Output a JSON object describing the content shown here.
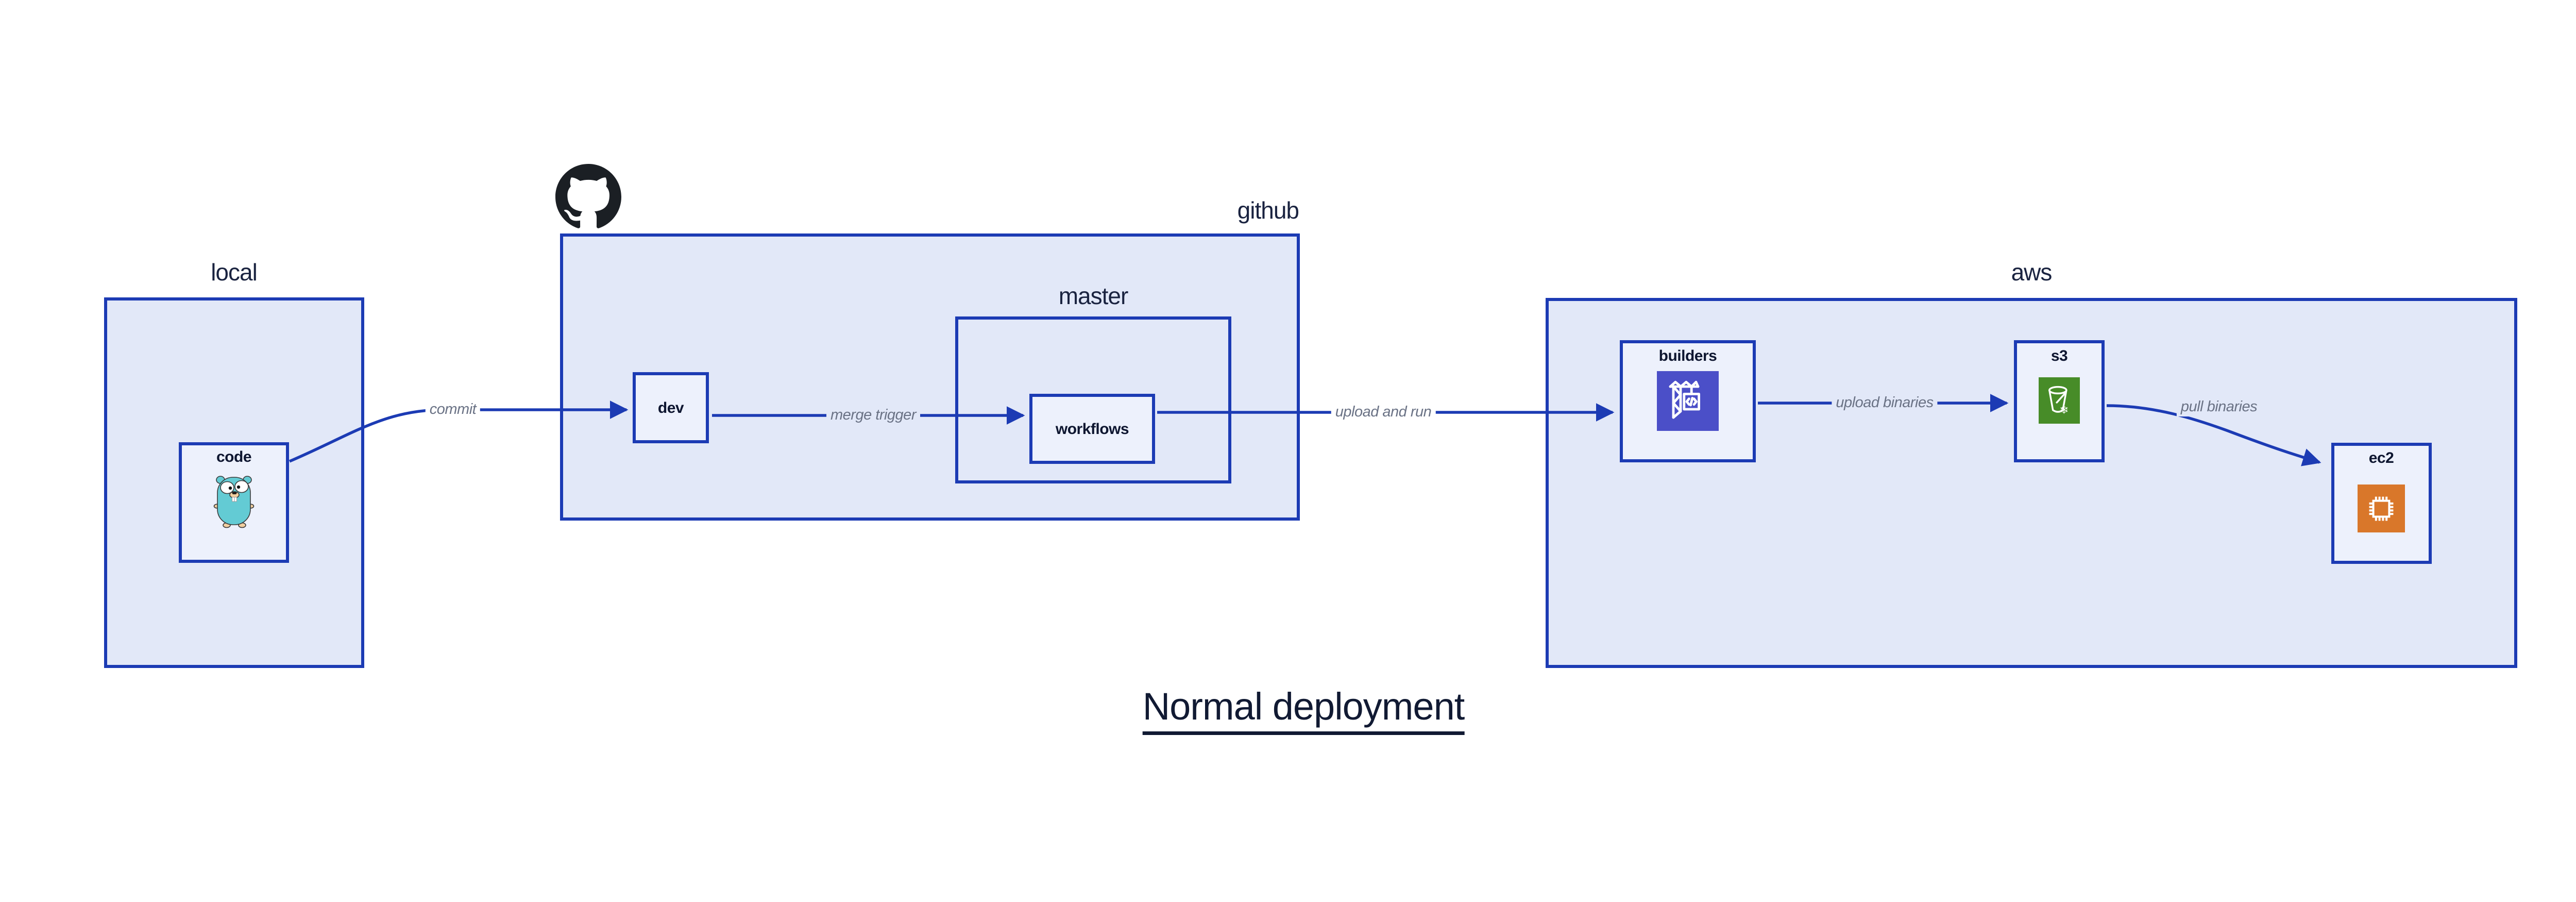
{
  "title": {
    "text": "Normal deployment"
  },
  "groups": {
    "local": {
      "label": "local"
    },
    "github": {
      "label": "github"
    },
    "master": {
      "label": "master"
    },
    "aws": {
      "label": "aws"
    }
  },
  "nodes": {
    "code": {
      "label": "code"
    },
    "dev": {
      "label": "dev"
    },
    "workflows": {
      "label": "workflows"
    },
    "builders": {
      "label": "builders"
    },
    "s3": {
      "label": "s3"
    },
    "ec2": {
      "label": "ec2"
    }
  },
  "edges": {
    "commit": {
      "label": "commit"
    },
    "merge_trigger": {
      "label": "merge trigger"
    },
    "upload_and_run": {
      "label": "upload and run"
    },
    "upload_binaries": {
      "label": "upload binaries"
    },
    "pull_binaries": {
      "label": "pull binaries"
    }
  },
  "icons": {
    "github_logo": "github-octocat-icon",
    "code": "go-gopher-icon",
    "builders": "aws-codebuild-icon",
    "s3": "aws-s3-glacier-icon",
    "ec2": "aws-ec2-chip-icon"
  },
  "colors": {
    "edge_blue": "#1C3BB4",
    "group_fill": "#E2E8F8",
    "node_fill": "#EDF1FC",
    "group_label_text": "#1A2340",
    "node_label_text": "#0E1630",
    "edge_label_text": "#6A7285",
    "title_text": "#111A33",
    "github_logo": "#1B1F24",
    "codebuild_icon_bg": "#4B4FC8",
    "s3_icon_bg": "#478C28",
    "ec2_icon_bg": "#D9772A",
    "gopher_body": "#63CBD4"
  }
}
